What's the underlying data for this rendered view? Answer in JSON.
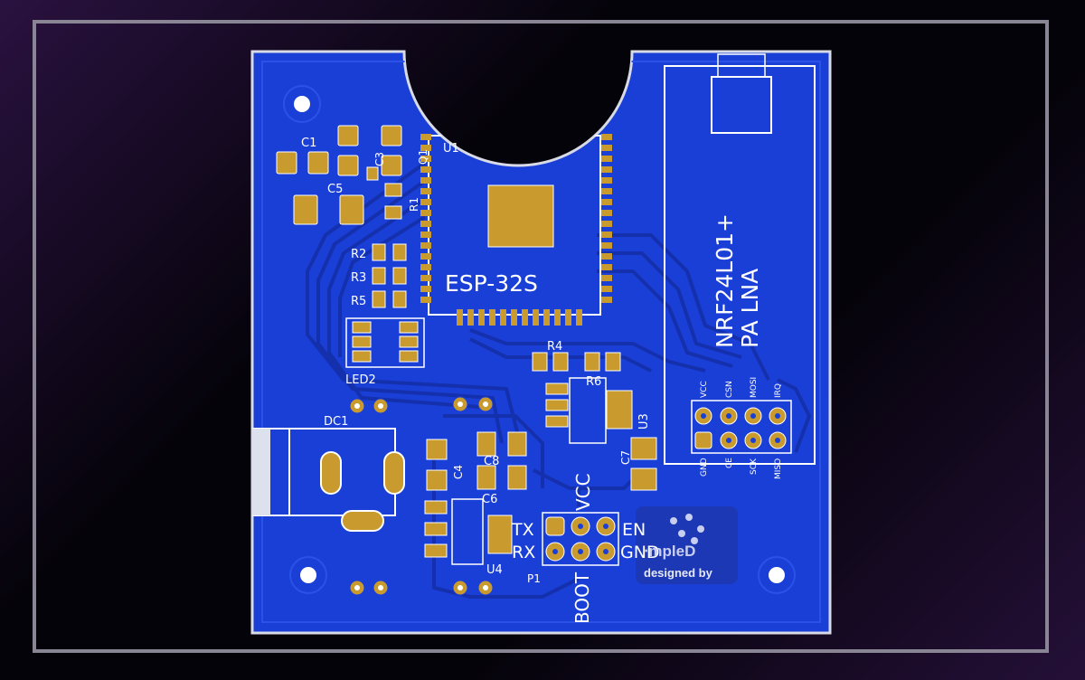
{
  "pcb": {
    "labels": {
      "c1": "C1",
      "c3": "C3",
      "q1": "Q1",
      "c5": "C5",
      "r1": "R1",
      "r2": "R2",
      "r3": "R3",
      "r5": "R5",
      "led2": "LED2",
      "u1": "U1",
      "esp": "ESP-32S",
      "r4": "R4",
      "r6": "R6",
      "u3": "U3",
      "c7": "C7",
      "dc1": "DC1",
      "c4": "C4",
      "c8": "C8",
      "c6": "C6",
      "u4": "U4",
      "p1": "P1",
      "vcc": "VCC",
      "boot": "BOOT",
      "tx": "TX",
      "rx": "RX",
      "en": "EN",
      "gnd": "GND",
      "nrf_line1": "NRF24L01+",
      "nrf_line2": "PA LNA",
      "pin_vcc": "VCC",
      "pin_csn": "CSN",
      "pin_mosi": "MOSI",
      "pin_irq": "IRQ",
      "pin_gnd": "GND",
      "pin_ce": "CE",
      "pin_sck": "SCK",
      "pin_miso": "MISO",
      "logo_text": "designed by",
      "logo_name": "⋅mpleD"
    },
    "colors": {
      "board": "#1a3fd6",
      "copper": "#c99a2e",
      "silk": "#ffffff",
      "trace": "#1531b0"
    }
  }
}
